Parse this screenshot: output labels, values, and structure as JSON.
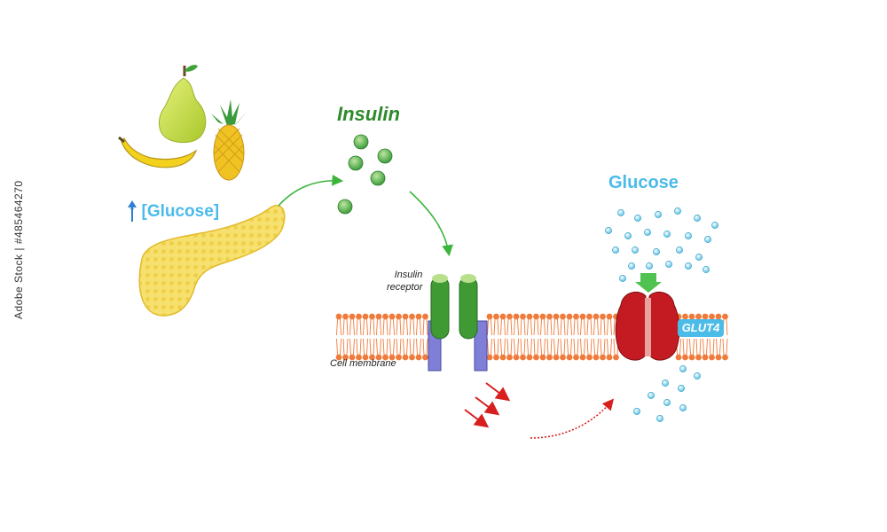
{
  "labels": {
    "insulin": "Insulin",
    "glucose": "Glucose",
    "glucose_concentration": "[Glucose]",
    "insulin_receptor_line1": "Insulin",
    "insulin_receptor_line2": "receptor",
    "cell_membrane": "Cell membrane",
    "glut4": "GLUT4"
  },
  "watermark": "Adobe Stock | #485464270",
  "colors": {
    "insulin_green": "#2f8a2a",
    "glucose_blue": "#4bbbe8",
    "membrane_orange": "#f07a3a",
    "receptor_green": "#3f9a34",
    "receptor_blue": "#7f7fd8",
    "glut4_red": "#c41a22",
    "signal_red": "#d81f1f"
  },
  "icons": [
    "pear-icon",
    "banana-icon",
    "pineapple-icon",
    "pancreas-icon",
    "up-arrow-icon"
  ]
}
